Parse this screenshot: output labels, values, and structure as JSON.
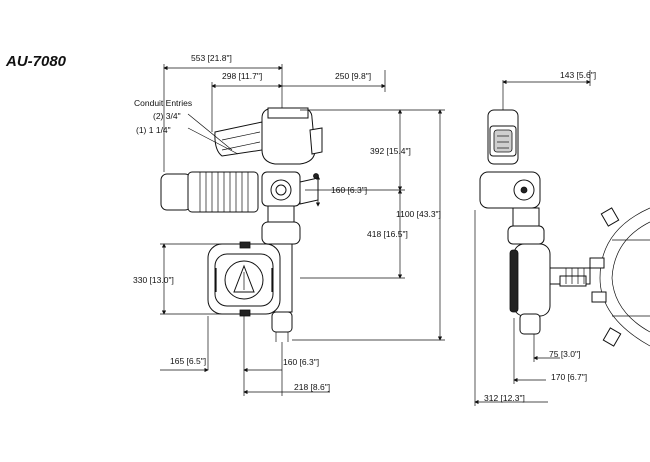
{
  "model": "AU-7080",
  "conduit": {
    "heading": "Conduit Entries",
    "line1": "(2) 3/4\"",
    "line2": "(1) 1 1/4\""
  },
  "dimensions": {
    "d553": "553 [21.8\"]",
    "d298": "298 [11.7\"]",
    "d250": "250 [9.8\"]",
    "d392": "392 [15.4\"]",
    "d160v": "160 [6.3\"]",
    "d1100": "1100 [43.3\"]",
    "d418": "418 [16.5\"]",
    "d330": "330 [13.0\"]",
    "d165": "165 [6.5\"]",
    "d160h": "160 [6.3\"]",
    "d218": "218 [8.6\"]",
    "d143": "143 [5.6\"]",
    "d75": "75 [3.0\"]",
    "d170": "170 [6.7\"]",
    "d312": "312 [12.3\"]"
  }
}
